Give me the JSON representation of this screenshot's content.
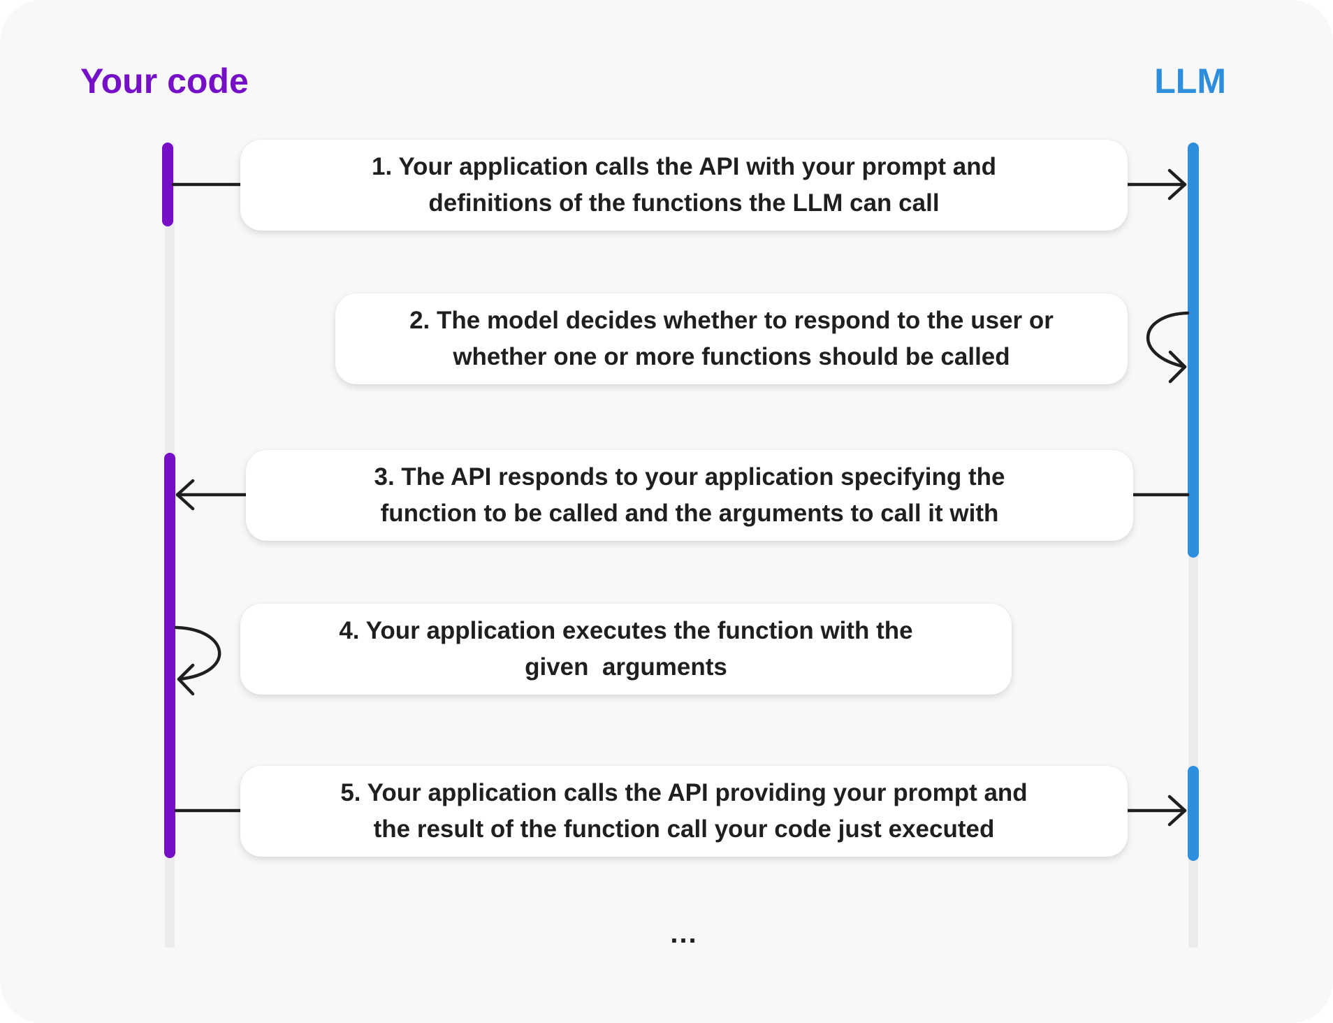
{
  "actors": {
    "left": {
      "label": "Your code",
      "color": "#7510c6"
    },
    "right": {
      "label": "LLM",
      "color": "#2e8ede"
    }
  },
  "steps": [
    {
      "text": "1. Your application calls the API with your prompt and\ndefinitions of the functions the LLM can call",
      "direction": "code-to-llm"
    },
    {
      "text": "2. The model decides whether to respond to the user or\nwhether one or more functions should be called",
      "direction": "llm-self"
    },
    {
      "text": "3. The API responds to your application specifying the\nfunction to be called and the arguments to call it with",
      "direction": "llm-to-code"
    },
    {
      "text": "4. Your application executes the function with the\ngiven  arguments",
      "direction": "code-self"
    },
    {
      "text": "5. Your application calls the API providing your prompt and\nthe result of the function call your code just executed",
      "direction": "code-to-llm"
    }
  ],
  "continuation": "...",
  "colors": {
    "arrow": "#1f1f1f",
    "track": "#ececec"
  }
}
